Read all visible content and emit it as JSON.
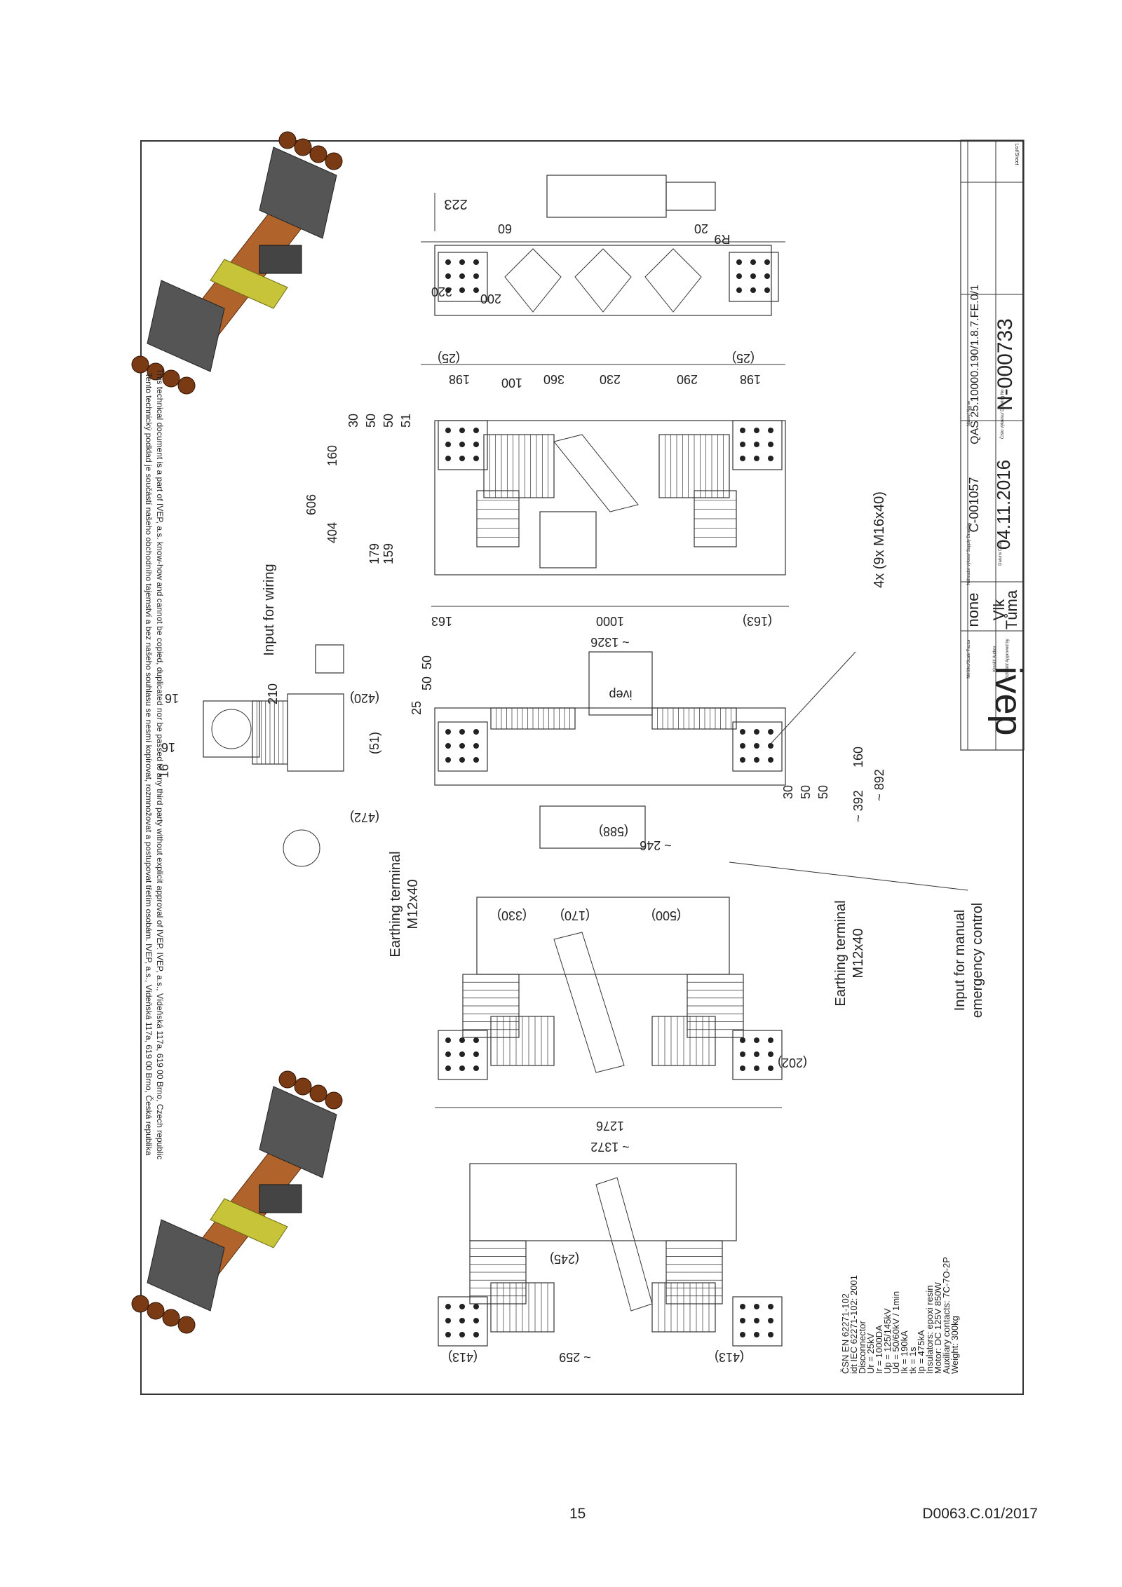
{
  "page": {
    "number": "15",
    "doc_code": "D0063.C.01/2017"
  },
  "title_block": {
    "logo": "ivep",
    "fields": [
      {
        "label": "Měřítko/Scale Factor",
        "value": "none"
      },
      {
        "label": "Kreslil/ Author",
        "value": "Vlk"
      },
      {
        "label": "Schválil/ Approved by",
        "value": "Tůma"
      },
      {
        "label": "Náhradní výkres/ Supply Drawing",
        "value": "C-001057"
      },
      {
        "label": "Datum/ Date",
        "value": "04.11.2016"
      },
      {
        "label": "Název/ Name",
        "value": "QAS 25.10000.190/1.8.7.FE.0/1"
      },
      {
        "label": "Číslo výkresu/ Drawing No.",
        "value": "N-000733"
      }
    ],
    "list_sheet": "List/Sheet"
  },
  "specs": {
    "standards": [
      "ČSN EN 62271-102",
      "idt IEC 62271-102: 2001"
    ],
    "lines": [
      "Disconnector",
      "Ur = 25kV",
      "Ir = 1000DA",
      "Up = 125/145kV",
      "Ud = 50/60kV / 1min",
      "Ik = 190kA",
      "tk = 1s",
      "Ip = 475kA",
      "Insulators: epoxi resin",
      "Motor: DC 125V 850W",
      "Auxiliary contacts: 7C-7O-2P",
      "Weight: 300kg"
    ]
  },
  "notes": {
    "cz": "Tento technický podklad je součástí našeho obchodního tajemství a bez našeho souhlasu se nesmí kopírovat, rozmnožovat a postupovat třetím osobám. IVEP, a.s., Vídeňská 117a, 619 00 Brno, Česká republika",
    "en": "This technical document is a part of IVEP, a.s. know-how and cannot be copied, duplicated nor be passed to any third party without explicit approval of IVEP. IVEP, a.s., Vídeňská 117a, 619 00 Brno, Czech republic"
  },
  "labels": {
    "input_wiring": "Input for wiring",
    "earthing_1": "Earthing terminal",
    "earthing_1_size": "M12x40",
    "earthing_2": "Earthing terminal",
    "earthing_2_size": "M12x40",
    "manual_1": "Input for manual",
    "manual_2": "emergency control",
    "bolts": "4x (9x M16x40)"
  },
  "dimensions": {
    "top_view": [
      "223",
      "60",
      "20",
      "R9",
      "320",
      "200",
      "(25)",
      "(25)",
      "198",
      "100",
      "360",
      "230",
      "290",
      "198"
    ],
    "side_view": [
      "30",
      "50",
      "50",
      "51",
      "160",
      "606",
      "404",
      "179",
      "159",
      "163",
      "1000",
      "(163)",
      "~ 1326"
    ],
    "end_view": [
      "16",
      "210",
      "16",
      "16",
      "(420)",
      "(51)",
      "(472)"
    ],
    "plan_view": [
      "50",
      "50",
      "25",
      "30",
      "50",
      "50",
      "160",
      "~ 392",
      "~ 892",
      "(588)",
      "~ 246"
    ],
    "front_view": [
      "(330)",
      "(170)",
      "(500)",
      "(202)",
      "1276",
      "~ 1372"
    ],
    "bottom_view": [
      "(245)",
      "(413)",
      "~ 259",
      "(413)"
    ]
  }
}
